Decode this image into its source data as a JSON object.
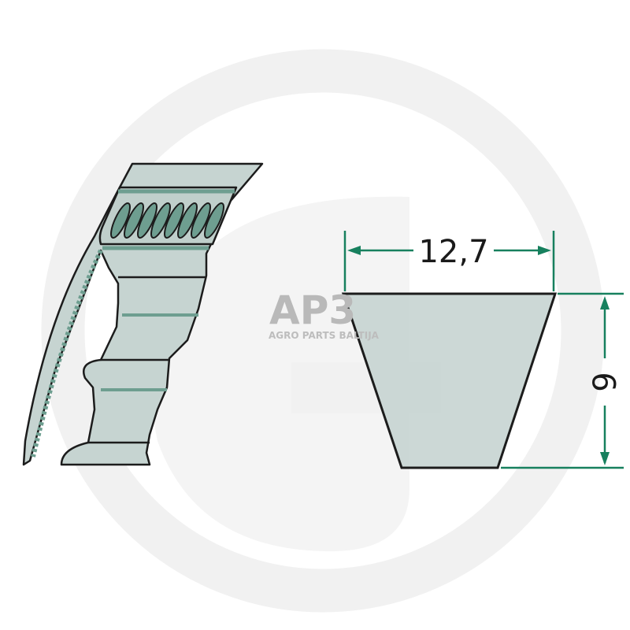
{
  "watermark": {
    "logo_text": "AP3",
    "subtitle": "AGRO PARTS BALTIJA"
  },
  "cross_section": {
    "width_label": "12,7",
    "height_label": "9"
  },
  "colors": {
    "belt_fill": "#c6d4d1",
    "belt_accent": "#6e9e90",
    "outline": "#1c1c1c",
    "dimension_line": "#17805e",
    "watermark": "#efefef"
  }
}
